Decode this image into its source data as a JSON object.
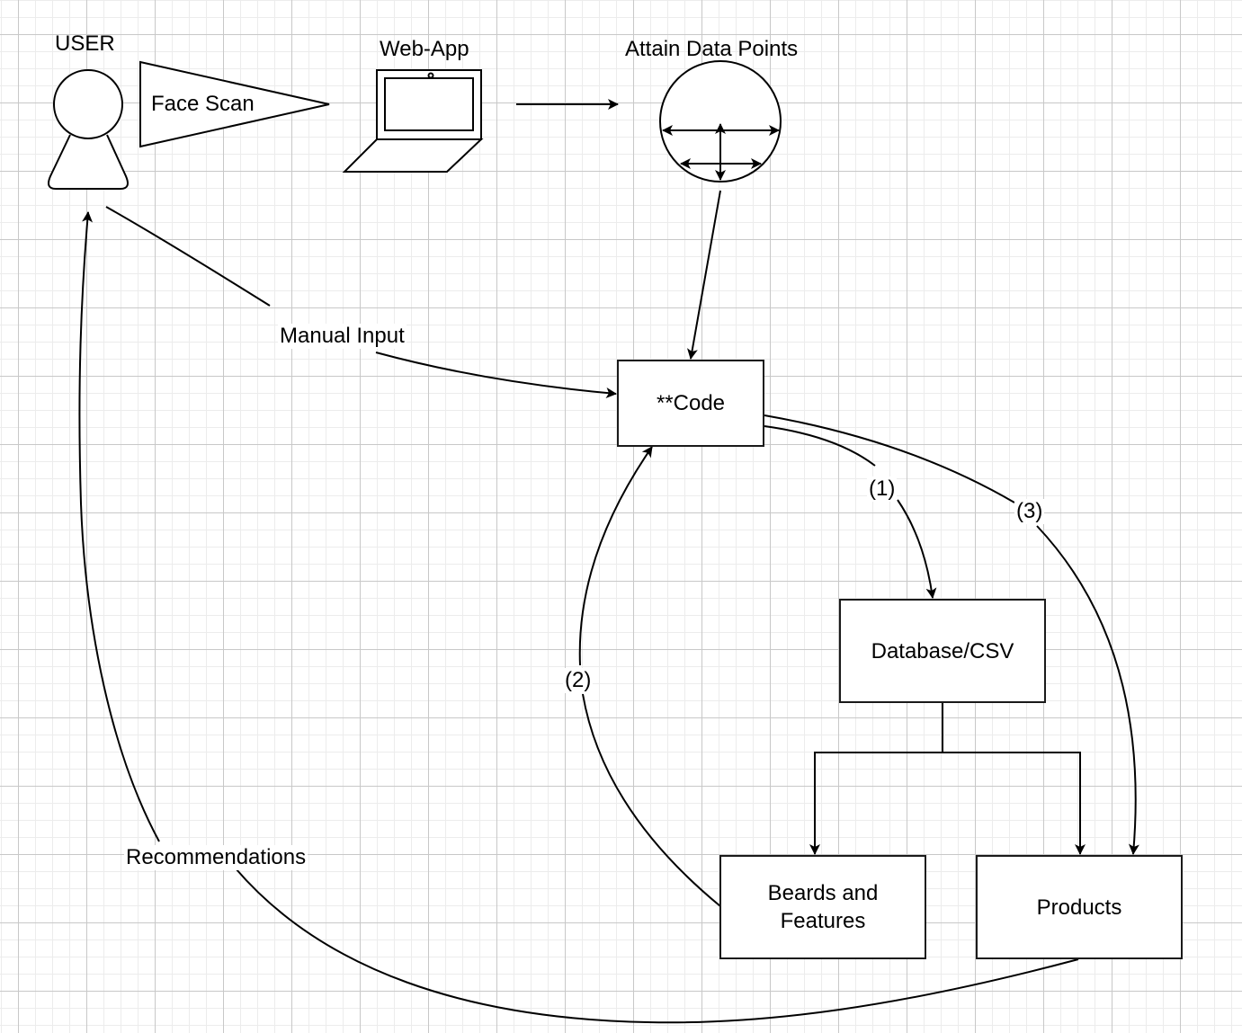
{
  "diagram": {
    "nodes": {
      "user": {
        "label": "USER",
        "icon": "user-icon"
      },
      "face_scan": {
        "label": "Face Scan",
        "shape": "triangle-pointer"
      },
      "web_app": {
        "label": "Web-App",
        "icon": "laptop-icon"
      },
      "attain_data_points": {
        "label": "Attain Data Points",
        "icon": "face-measurement-icon"
      },
      "code": {
        "label": "**Code"
      },
      "database": {
        "label": "Database/CSV"
      },
      "beards_features": {
        "label_line1": "Beards and",
        "label_line2": "Features"
      },
      "products": {
        "label": "Products"
      }
    },
    "edges": {
      "manual_input": {
        "label": "Manual Input",
        "from": "user",
        "to": "code"
      },
      "recommendations": {
        "label": "Recommendations",
        "from": "products",
        "to": "user"
      },
      "step1": {
        "label": "(1)",
        "from": "code",
        "to": "database"
      },
      "step2": {
        "label": "(2)",
        "from": "beards_features",
        "to": "code"
      },
      "step3": {
        "label": "(3)",
        "from": "code",
        "to": "products"
      },
      "webapp_to_points": {
        "from": "web_app",
        "to": "attain_data_points"
      },
      "points_to_code": {
        "from": "attain_data_points",
        "to": "code"
      },
      "database_to_beards": {
        "from": "database",
        "to": "beards_features"
      },
      "database_to_products": {
        "from": "database",
        "to": "products"
      }
    },
    "colors": {
      "stroke": "#1a1a1a",
      "grid_major": "#c8c8c8",
      "grid_minor": "#ececec",
      "background": "#ffffff"
    }
  }
}
